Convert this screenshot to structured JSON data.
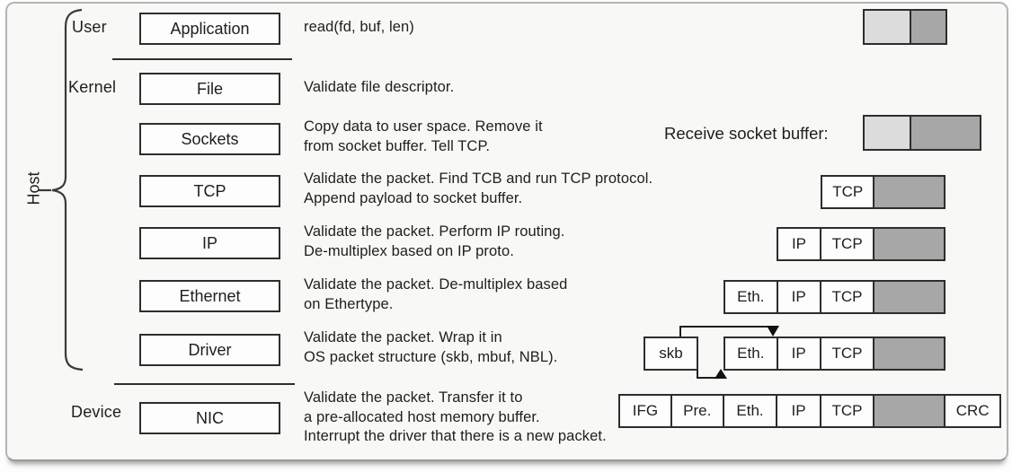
{
  "host_label": "Host",
  "groups": {
    "user": "User",
    "kernel": "Kernel",
    "device": "Device"
  },
  "layers": [
    {
      "name": "Application",
      "desc": "read(fd, buf, len)"
    },
    {
      "name": "File",
      "desc": "Validate file descriptor."
    },
    {
      "name": "Sockets",
      "desc": "Copy data to user space. Remove it\nfrom socket buffer. Tell TCP."
    },
    {
      "name": "TCP",
      "desc": "Validate the packet. Find TCB and run TCP protocol.\nAppend payload to socket buffer."
    },
    {
      "name": "IP",
      "desc": "Validate the packet. Perform IP routing.\nDe-multiplex based on IP proto."
    },
    {
      "name": "Ethernet",
      "desc": "Validate the packet. De-multiplex based\non Ethertype."
    },
    {
      "name": "Driver",
      "desc": "Validate the packet. Wrap it in\nOS packet structure (skb, mbuf, NBL)."
    },
    {
      "name": "NIC",
      "desc": "Validate the packet. Transfer it to\na pre-allocated host memory buffer.\nInterrupt the driver that there is a new packet."
    }
  ],
  "right_panel": {
    "socket_buffer_caption": "Receive socket buffer:",
    "cells": {
      "skb": "skb",
      "eth": "Eth.",
      "ip": "IP",
      "tcp": "TCP",
      "ifg": "IFG",
      "pre": "Pre.",
      "crc": "CRC"
    }
  },
  "colors": {
    "payload_gray": "#a7a7a7",
    "buffer_light": "#dcdcdc",
    "box_border": "#2d2d2d",
    "frame_border": "#b4b4b4"
  }
}
